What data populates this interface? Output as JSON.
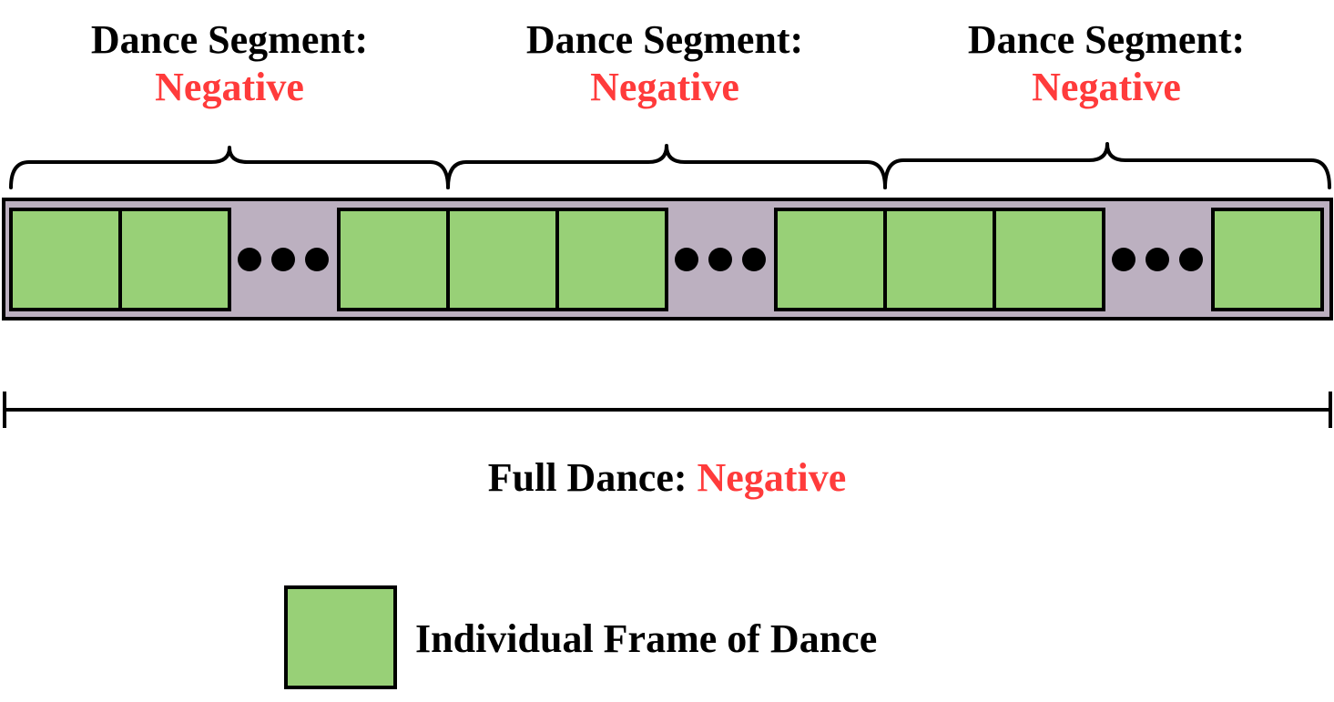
{
  "segments": [
    {
      "heading": "Dance Segment:",
      "label": "Negative"
    },
    {
      "heading": "Dance Segment:",
      "label": "Negative"
    },
    {
      "heading": "Dance Segment:",
      "label": "Negative"
    }
  ],
  "full_dance": {
    "heading": "Full Dance:",
    "label": "Negative"
  },
  "legend": {
    "frame_label": "Individual Frame of Dance"
  },
  "colors": {
    "frame_fill": "#98d077",
    "strip_fill": "#bcb0c0",
    "label_red": "#ff3b3b",
    "ink": "#000000"
  },
  "icons": {
    "ellipsis": "ellipsis-dots-icon"
  }
}
